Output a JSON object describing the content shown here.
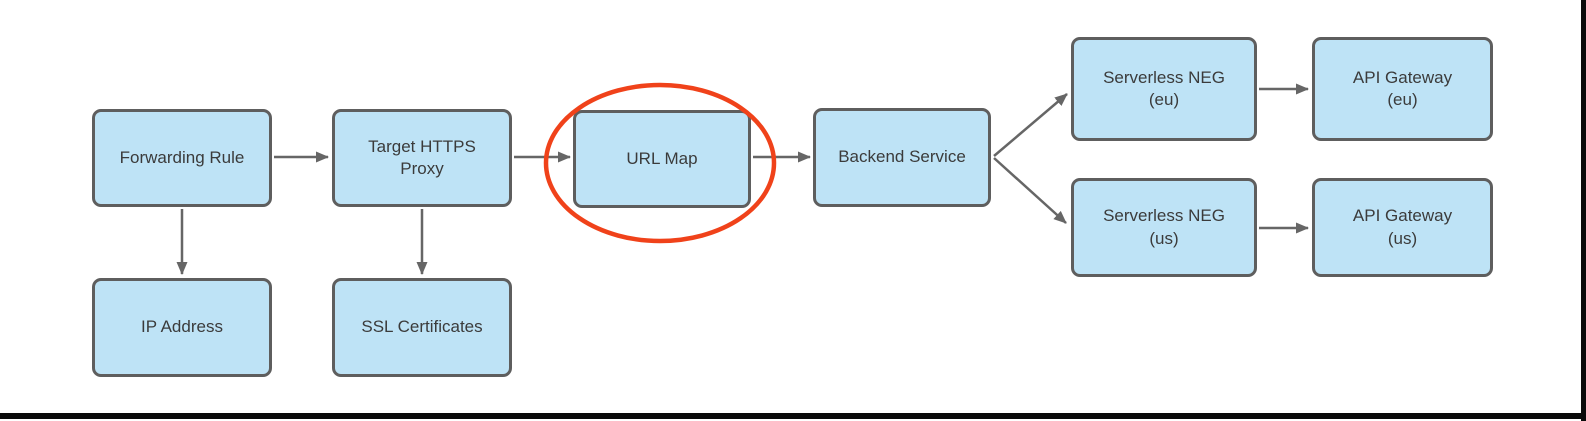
{
  "diagram": {
    "description": "Load balancer architecture flowchart",
    "nodes": [
      {
        "id": "forwarding-rule",
        "label": "Forwarding Rule"
      },
      {
        "id": "ip-address",
        "label": "IP Address"
      },
      {
        "id": "target-https-proxy",
        "label": "Target HTTPS\nProxy"
      },
      {
        "id": "ssl-certificates",
        "label": "SSL Certificates"
      },
      {
        "id": "url-map",
        "label": "URL Map",
        "highlighted": true
      },
      {
        "id": "backend-service",
        "label": "Backend Service"
      },
      {
        "id": "serverless-neg-eu",
        "label": "Serverless NEG\n(eu)"
      },
      {
        "id": "api-gateway-eu",
        "label": "API Gateway\n(eu)"
      },
      {
        "id": "serverless-neg-us",
        "label": "Serverless NEG\n(us)"
      },
      {
        "id": "api-gateway-us",
        "label": "API Gateway\n(us)"
      }
    ],
    "edges": [
      {
        "from": "forwarding-rule",
        "to": "target-https-proxy"
      },
      {
        "from": "forwarding-rule",
        "to": "ip-address"
      },
      {
        "from": "target-https-proxy",
        "to": "url-map"
      },
      {
        "from": "target-https-proxy",
        "to": "ssl-certificates"
      },
      {
        "from": "url-map",
        "to": "backend-service"
      },
      {
        "from": "backend-service",
        "to": "serverless-neg-eu"
      },
      {
        "from": "backend-service",
        "to": "serverless-neg-us"
      },
      {
        "from": "serverless-neg-eu",
        "to": "api-gateway-eu"
      },
      {
        "from": "serverless-neg-us",
        "to": "api-gateway-us"
      }
    ],
    "annotation": {
      "type": "ellipse",
      "target": "url-map",
      "color": "#f0421a"
    },
    "colors": {
      "node_fill": "#bee3f6",
      "node_border": "#5e5e5e",
      "arrow": "#666666",
      "text": "#3b3b3b",
      "highlight_ellipse": "#f0421a",
      "background": "#ffffff"
    }
  }
}
